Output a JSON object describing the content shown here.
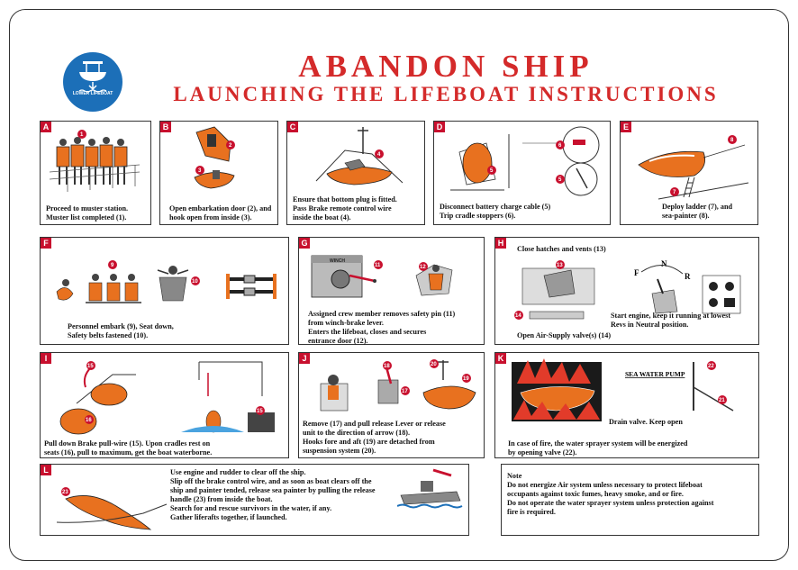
{
  "header": {
    "title": "ABANDON SHIP",
    "subtitle": "LAUNCHING THE LIFEBOAT INSTRUCTIONS",
    "logo_text": "LOWER LIFEBOAT"
  },
  "colors": {
    "title_red": "#d42a2a",
    "panel_letter_bg": "#c8102e",
    "logo_blue": "#1c6fb8",
    "boat_orange": "#e8711f"
  },
  "panels": {
    "A": {
      "letter": "A",
      "text": "Proceed to muster station.\nMuster list completed (1)."
    },
    "B": {
      "letter": "B",
      "text": "Open embarkation door (2), and\nhook open from inside (3)."
    },
    "C": {
      "letter": "C",
      "text": "Ensure that bottom plug is fitted.\nPass Brake remote control wire\ninside the boat (4)."
    },
    "D": {
      "letter": "D",
      "text": "Disconnect battery charge cable (5)\nTrip cradle stoppers (6)."
    },
    "E": {
      "letter": "E",
      "text": "Deploy ladder (7), and\nsea-painter (8)."
    },
    "F": {
      "letter": "F",
      "text": "Personnel embark (9), Seat down,\nSafety belts fastened (10)."
    },
    "G": {
      "letter": "G",
      "text": "Assigned crew member removes safety pin (11)\nfrom winch-brake lever.\nEnters the lifeboat, closes and secures\nentrance door (12).",
      "winch_label": "WINCH"
    },
    "H": {
      "letter": "H",
      "text_top": "Close hatches and vents (13)",
      "text_right": "Start engine, keep it running at lowest\nRevs in Neutral position.",
      "text_bottom": "Open Air-Supply valve(s) (14)",
      "lever_f": "F",
      "lever_n": "N",
      "lever_r": "R"
    },
    "I": {
      "letter": "I",
      "text": "Pull down Brake pull-wire (15). Upon cradles rest on\nseats (16), pull to maximum, get the boat waterborne."
    },
    "J": {
      "letter": "J",
      "text": "Remove (17) and pull release Lever or release\nunit to the direction of arrow (18).\nHooks fore and aft (19) are detached from\nsuspension system (20)."
    },
    "K": {
      "letter": "K",
      "pump_label": "SEA WATER PUMP",
      "drain_text": "Drain valve. Keep open",
      "text": "In case of fire, the water sprayer system will be energized\nby opening valve (22)."
    },
    "L": {
      "letter": "L",
      "text": "Use engine and rudder to clear off the ship.\nSlip off the brake control wire, and as soon as boat clears off the\nship and painter tended, release sea painter by pulling the release\nhandle (23) from inside the boat.\nSearch for and rescue survivors in the water, if any.\nGather liferafts together, if launched."
    },
    "note": {
      "text": "Note\nDo not energize Air system unless necessary to protect lifeboat\noccupants against toxic fumes, heavy smoke, and or fire.\nDo not operate the water sprayer system unless protection against\nfire is required."
    }
  },
  "badges": [
    "1",
    "2",
    "3",
    "4",
    "5",
    "6",
    "7",
    "8",
    "9",
    "10",
    "11",
    "12",
    "13",
    "14",
    "15",
    "16",
    "17",
    "18",
    "19",
    "20",
    "21",
    "22",
    "23"
  ]
}
